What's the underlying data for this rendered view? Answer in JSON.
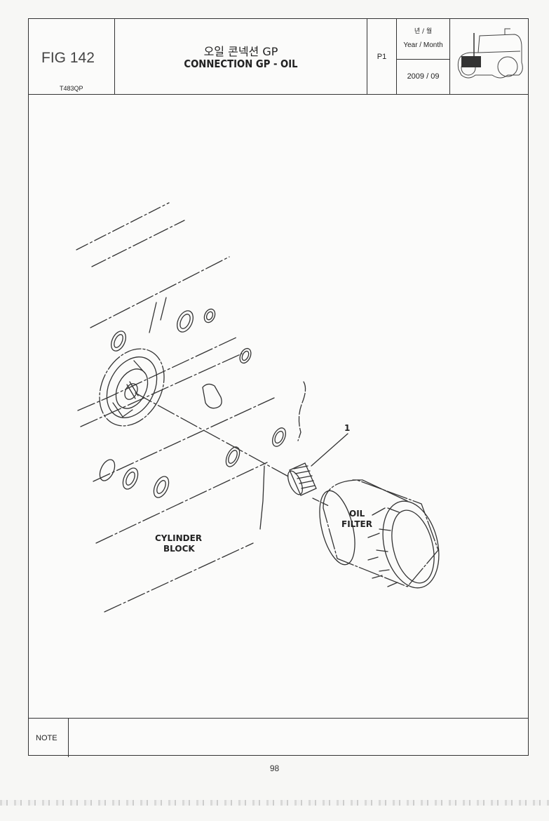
{
  "header": {
    "fig_label": "FIG 142",
    "model_code": "T483QP",
    "title_korean": "오일 콘넥션 GP",
    "title_english": "CONNECTION GP - OIL",
    "page_code": "P1",
    "date_label_korean": "년 / 월",
    "date_label_english": "Year / Month",
    "date_value": "2009  / 09"
  },
  "diagram": {
    "callout_number": "1",
    "label_oil": "OIL",
    "label_filter": "FILTER",
    "label_cylinder": "CYLINDER",
    "label_block": "BLOCK"
  },
  "footer": {
    "note_label": "NOTE",
    "page_number": "98"
  }
}
